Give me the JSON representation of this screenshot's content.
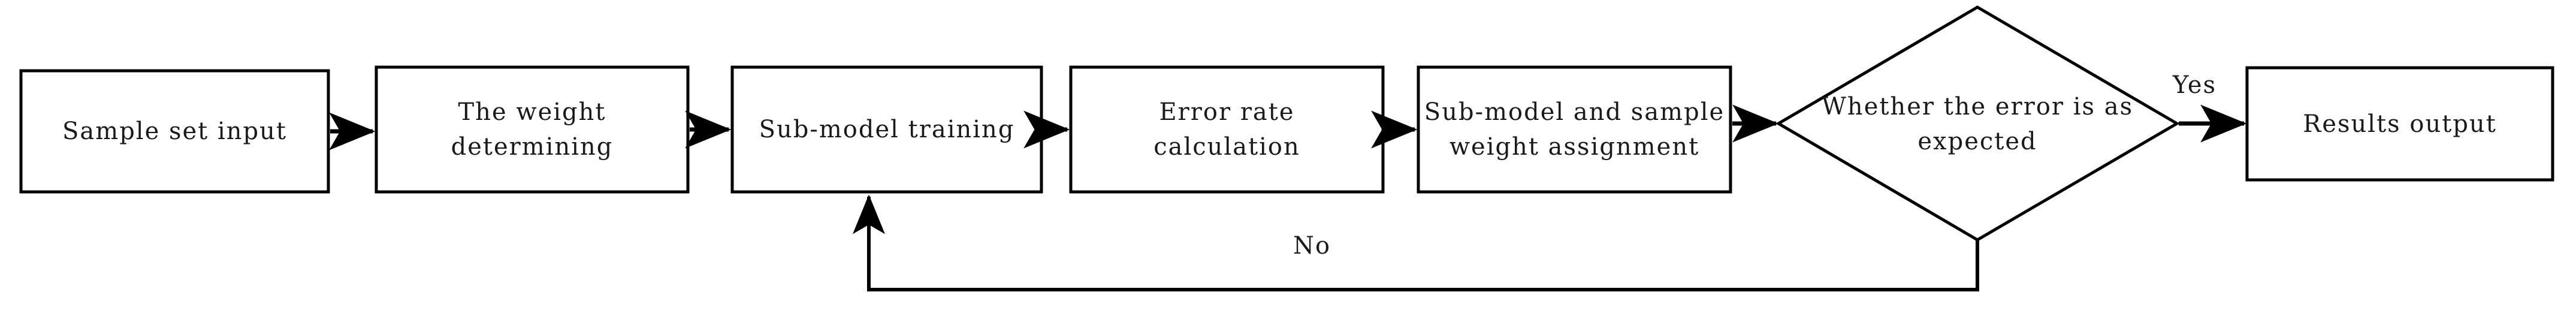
{
  "diagram": {
    "type": "flowchart",
    "orientation": "left-to-right",
    "background_color": "#ffffff",
    "stroke_color": "#000000",
    "text_color": "#1a1a1a",
    "nodes": [
      {
        "id": "sample-set-input",
        "shape": "rectangle",
        "label": "Sample set input"
      },
      {
        "id": "weight-determining",
        "shape": "rectangle",
        "label": "The weight\ndetermining"
      },
      {
        "id": "sub-model-training",
        "shape": "rectangle",
        "label": "Sub-model training"
      },
      {
        "id": "error-rate-calc",
        "shape": "rectangle",
        "label": "Error rate\ncalculation"
      },
      {
        "id": "weight-assignment",
        "shape": "rectangle",
        "label": "Sub-model and sample\nweight assignment"
      },
      {
        "id": "error-check",
        "shape": "diamond",
        "label": "Whether the error is as\nexpected"
      },
      {
        "id": "results-output",
        "shape": "rectangle",
        "label": "Results output"
      }
    ],
    "edges": [
      {
        "id": "e1",
        "from": "sample-set-input",
        "to": "weight-determining",
        "label": ""
      },
      {
        "id": "e2",
        "from": "weight-determining",
        "to": "sub-model-training",
        "label": ""
      },
      {
        "id": "e3",
        "from": "sub-model-training",
        "to": "error-rate-calc",
        "label": ""
      },
      {
        "id": "e4",
        "from": "error-rate-calc",
        "to": "weight-assignment",
        "label": ""
      },
      {
        "id": "e5",
        "from": "weight-assignment",
        "to": "error-check",
        "label": ""
      },
      {
        "id": "e6",
        "from": "error-check",
        "to": "results-output",
        "label": "Yes"
      },
      {
        "id": "e7",
        "from": "error-check",
        "to": "sub-model-training",
        "label": "No"
      }
    ]
  }
}
